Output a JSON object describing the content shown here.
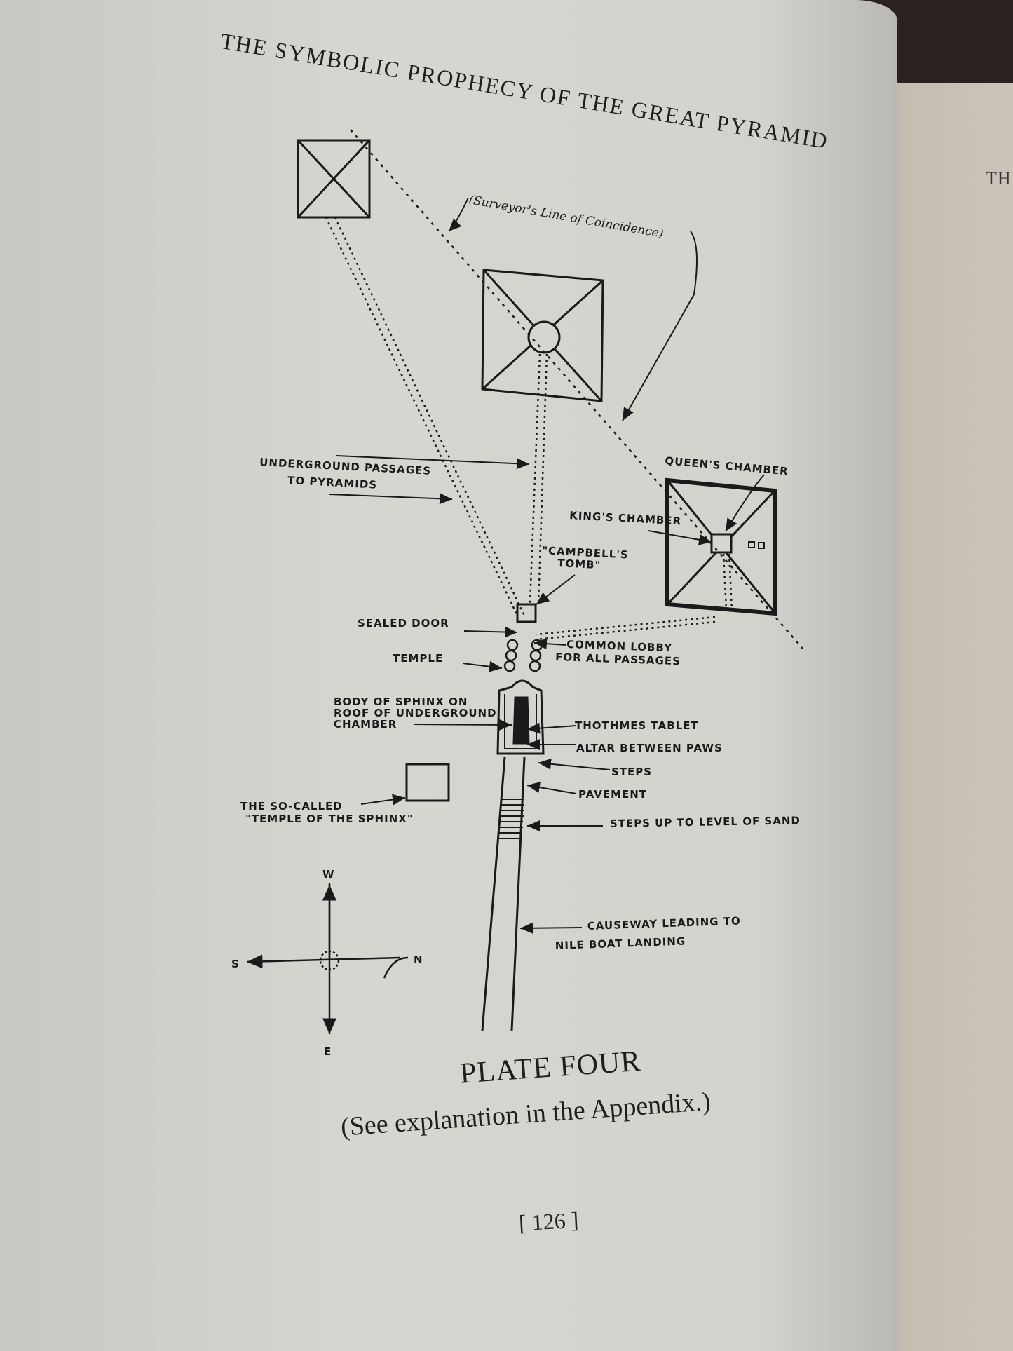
{
  "book": {
    "running_header": "THE SYMBOLIC PROPHECY OF THE GREAT PYRAMID",
    "right_page_fragment": "TH"
  },
  "plate": {
    "surveyor_line": "(Surveyor's Line of Coincidence)",
    "underground_passages": "UNDERGROUND PASSAGES",
    "to_pyramids": "TO PYRAMIDS",
    "queens_chamber": "QUEEN'S CHAMBER",
    "kings_chamber": "KING'S CHAMBER",
    "campbells_tomb_1": "\"CAMPBELL'S",
    "campbells_tomb_2": "TOMB\"",
    "sealed_door": "SEALED DOOR",
    "common_lobby_1": "COMMON LOBBY",
    "common_lobby_2": "FOR ALL PASSAGES",
    "temple": "TEMPLE",
    "sphinx_body_1": "BODY OF SPHINX ON",
    "sphinx_body_2": "ROOF OF UNDERGROUND",
    "sphinx_body_3": "CHAMBER",
    "thothmes_tablet": "THOTHMES TABLET",
    "altar": "ALTAR BETWEEN PAWS",
    "steps": "STEPS",
    "pavement": "PAVEMENT",
    "steps_up": "STEPS UP TO LEVEL OF SAND",
    "so_called_1": "THE SO-CALLED",
    "so_called_2": "\"TEMPLE OF THE SPHINX\"",
    "causeway_1": "CAUSEWAY LEADING TO",
    "causeway_2": "NILE BOAT LANDING",
    "compass_w": "W",
    "compass_s": "S",
    "compass_n": "N",
    "compass_e": "E"
  },
  "caption": {
    "title": "PLATE FOUR",
    "subtitle": "(See explanation in the Appendix.)"
  },
  "page_number": "[ 126 ]"
}
